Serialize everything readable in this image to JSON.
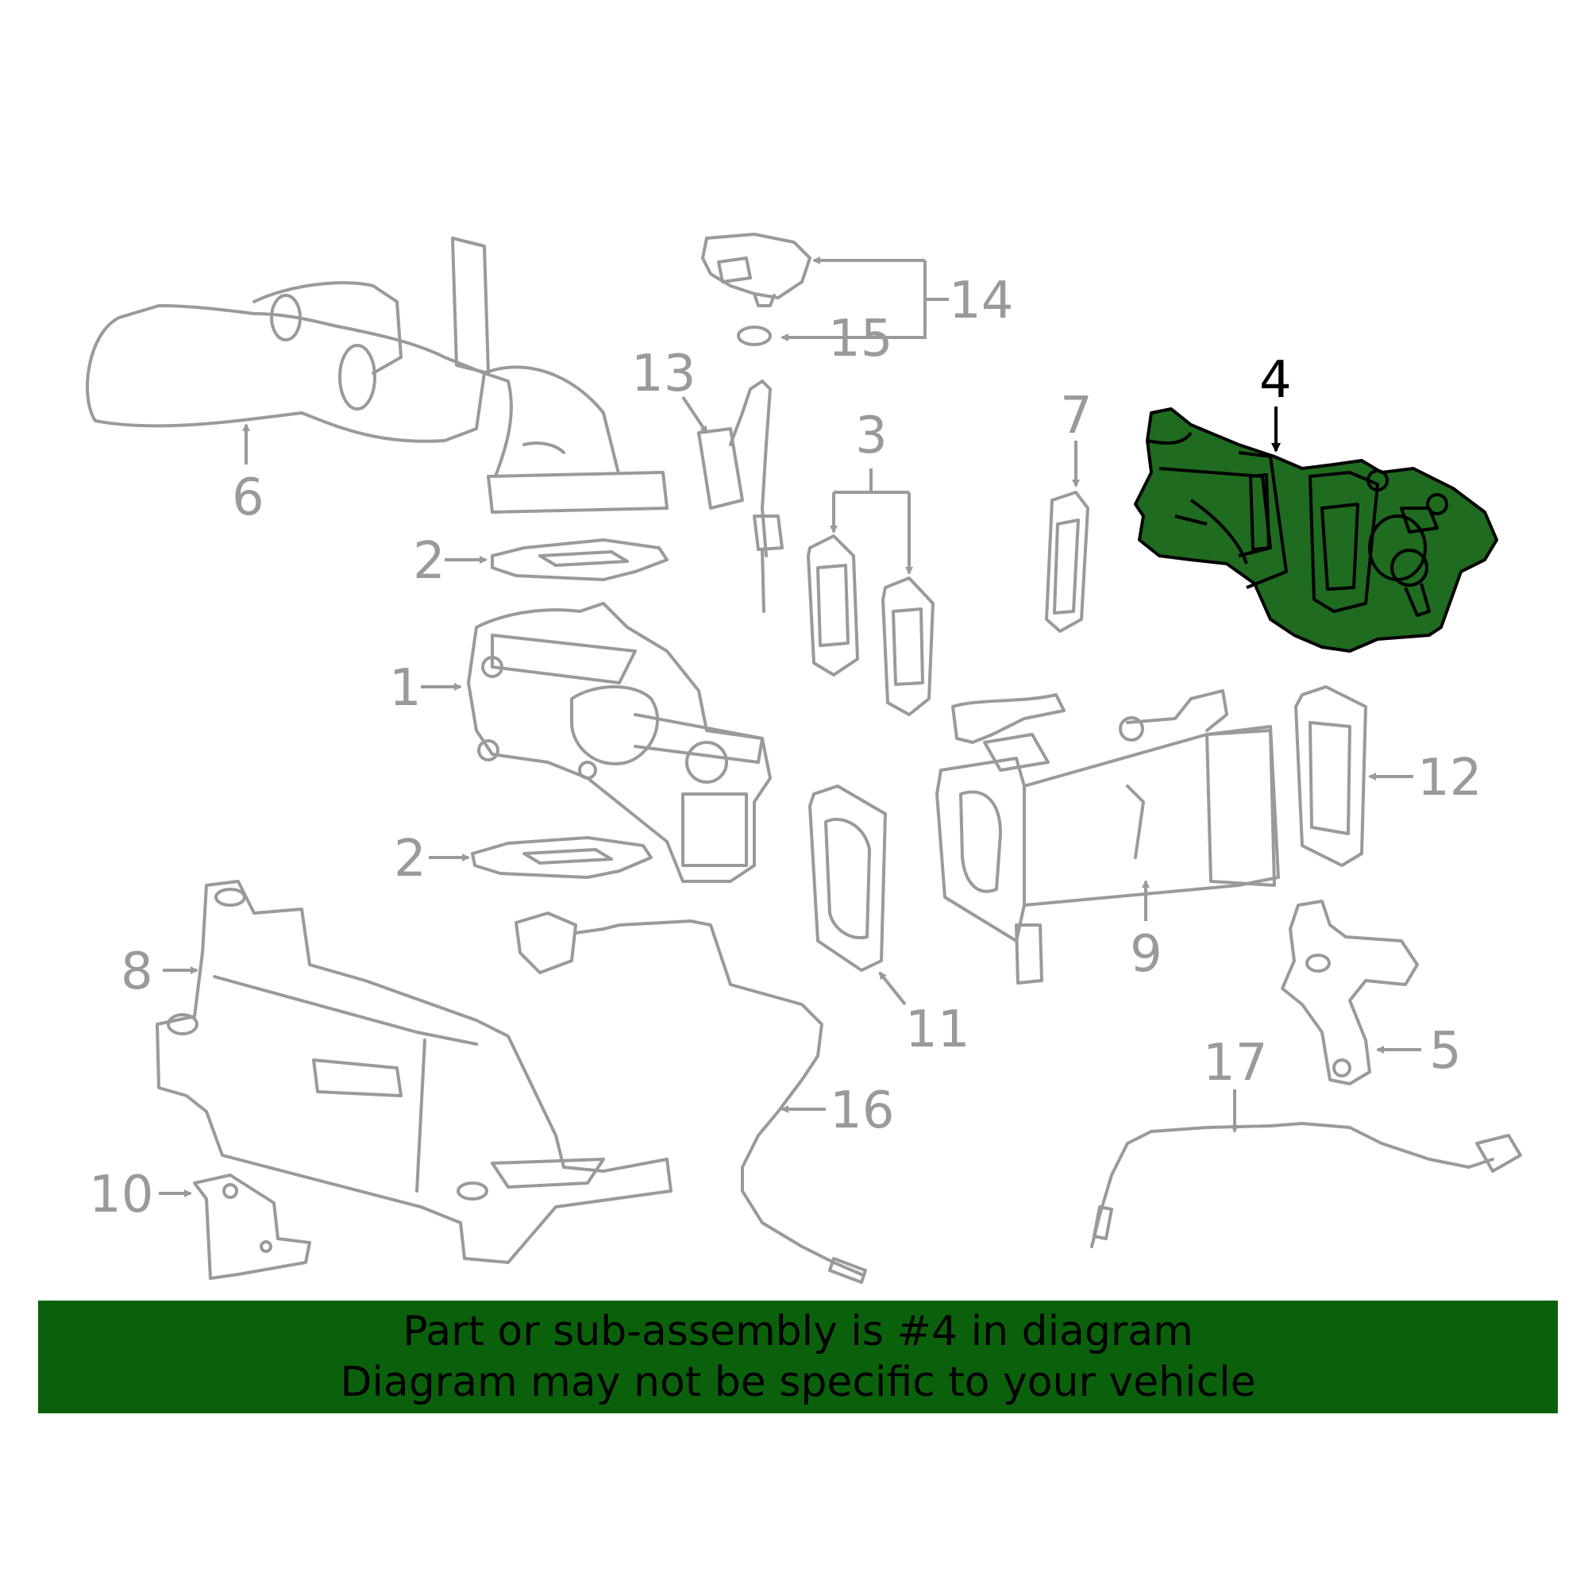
{
  "callouts": {
    "c1": "1",
    "c2a": "2",
    "c2b": "2",
    "c3": "3",
    "c4": "4",
    "c5": "5",
    "c6": "6",
    "c7": "7",
    "c8": "8",
    "c9": "9",
    "c10": "10",
    "c11": "11",
    "c12": "12",
    "c13": "13",
    "c14": "14",
    "c15": "15",
    "c16": "16",
    "c17": "17"
  },
  "highlighted_part": "4",
  "colors": {
    "highlight": "#1f6b1f",
    "banner": "#0b610b",
    "line_art": "#9a9a9a"
  },
  "banner": {
    "line1": "Part or sub-assembly is #4 in diagram",
    "line2": "Diagram may not be specific to your vehicle"
  }
}
